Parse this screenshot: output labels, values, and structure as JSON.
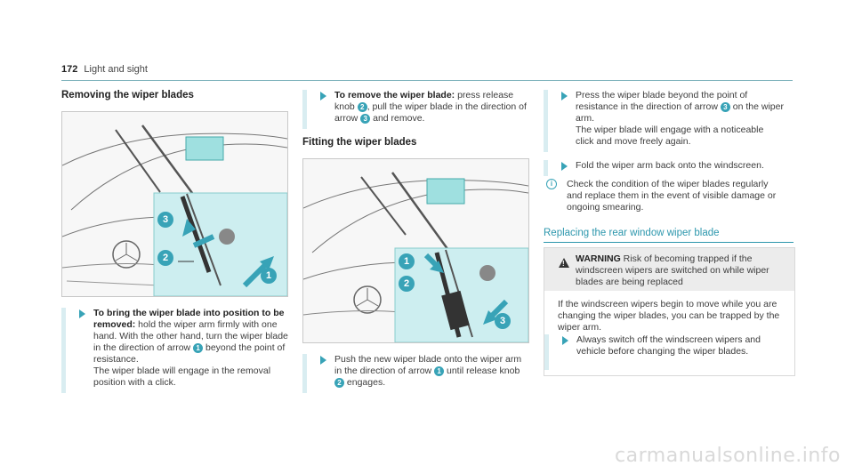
{
  "header": {
    "page_number": "172",
    "chapter": "Light and sight"
  },
  "col1": {
    "heading": "Removing the wiper blades",
    "step1_bold": "To bring the wiper blade into position to be removed:",
    "step1_text_a": " hold the wiper arm firmly with one hand. With the other hand, turn the wiper blade in the direction of arrow ",
    "step1_num": "1",
    "step1_text_b": " beyond the point of resistance.",
    "step1_text_c": "The wiper blade will engage in the removal position with a click."
  },
  "col2": {
    "step2_bold": "To remove the wiper blade:",
    "step2_text_a": " press release knob ",
    "step2_num_a": "2",
    "step2_text_b": ", pull the wiper blade in the direction of arrow ",
    "step2_num_b": "3",
    "step2_text_c": " and remove.",
    "heading": "Fitting the wiper blades",
    "step3_text_a": "Push the new wiper blade onto the wiper arm in the direction of arrow ",
    "step3_num_a": "1",
    "step3_text_b": " until release knob ",
    "step3_num_b": "2",
    "step3_text_c": " engages."
  },
  "col3": {
    "step4_text_a": "Press the wiper blade beyond the point of resistance in the direction of arrow ",
    "step4_num": "3",
    "step4_text_b": " on the wiper arm.",
    "step4_text_c": "The wiper blade will engage with a noticeable click and move freely again.",
    "step5_text": "Fold the wiper arm back onto the windscreen.",
    "note_icon": "i",
    "note_text": "Check the condition of the wiper blades regularly and replace them in the event of visible damage or ongoing smearing.",
    "section_link": "Replacing the rear window wiper blade",
    "warning": {
      "label": "WARNING",
      "title": " Risk of becoming trapped if the windscreen wipers are switched on while wiper blades are being replaced",
      "body": "If the windscreen wipers begin to move while you are changing the wiper blades, you can be trapped by the wiper arm.",
      "step": "Always switch off the windscreen wipers and vehicle before changing the wiper blades."
    }
  },
  "figure1": {
    "labels": [
      "3",
      "2",
      "1"
    ]
  },
  "figure2": {
    "labels": [
      "1",
      "2",
      "3"
    ]
  },
  "watermark": "carmanualsonline.info",
  "colors": {
    "accent": "#38a3b7",
    "inset_bg": "#cdeef0",
    "highlight": "#9fe0e0"
  }
}
